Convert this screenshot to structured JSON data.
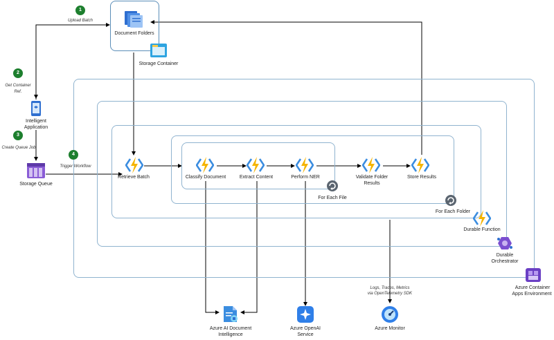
{
  "steps": [
    {
      "number": "1",
      "label": "Upload Batch"
    },
    {
      "number": "2",
      "label_line1": "Get Container",
      "label_line2": "Ref."
    },
    {
      "number": "3",
      "label": "Create Queue Job"
    },
    {
      "number": "4",
      "label": "Trigger Workflow"
    }
  ],
  "nodes": {
    "document_folders": "Document Folders",
    "storage_container": "Storage Container",
    "intelligent_application_line1": "Intelligent",
    "intelligent_application_line2": "Application",
    "storage_queue": "Storage Queue",
    "retrieve_batch": "Retrieve Batch",
    "classify_document": "Classify Document",
    "extract_content": "Extract Content",
    "perform_ner": "Perform NER",
    "validate_folder_results_line1": "Validate Folder",
    "validate_folder_results_line2": "Results",
    "store_results": "Store Results",
    "for_each_file": "For Each File",
    "for_each_folder": "For Each Folder",
    "durable_function": "Durable Function",
    "durable_orchestrator_line1": "Durable",
    "durable_orchestrator_line2": "Orchestrator",
    "container_apps_line1": "Azure Container",
    "container_apps_line2": "Apps Environment",
    "doc_intelligence_line1": "Azure AI Document",
    "doc_intelligence_line2": "Intelligence",
    "openai_line1": "Azure OpenAI",
    "openai_line2": "Service",
    "azure_monitor": "Azure Monitor"
  },
  "annotations": {
    "telemetry_line1": "Logs, Traces, Metrics",
    "telemetry_line2": "via OpenTelemetry SDK"
  },
  "icons": {
    "document_folders": "folder-stack-icon",
    "storage_container": "storage-container-icon",
    "intelligent_application": "mobile-app-icon",
    "storage_queue": "storage-queue-icon",
    "function": "azure-function-icon",
    "loop": "loop-icon",
    "durable_orchestrator": "durable-orchestrator-icon",
    "container_apps": "container-apps-icon",
    "doc_intelligence": "document-intelligence-icon",
    "openai": "openai-icon",
    "monitor": "monitor-gauge-icon"
  },
  "colors": {
    "badge": "#1d7f2e",
    "function_bolt": "#f5b400",
    "function_brackets": "#3b8de0",
    "box_border": "#8fb3cf",
    "arrow": "#000000"
  }
}
